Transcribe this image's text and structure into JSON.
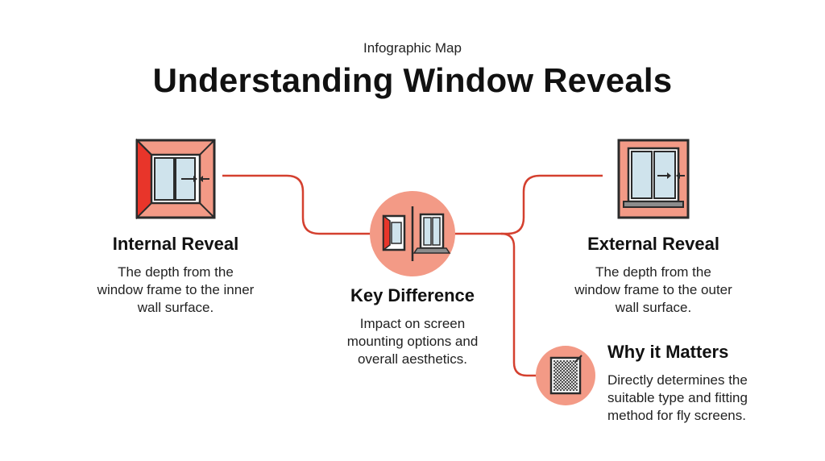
{
  "header": {
    "subtitle": "Infographic Map",
    "title": "Understanding Window Reveals"
  },
  "colors": {
    "accent": "#E8352A",
    "accent_light": "#F39A86",
    "connector": "#D4402F",
    "frame_dark": "#2B2B2B",
    "glass": "#CFE3EC"
  },
  "nodes": {
    "internal": {
      "title": "Internal Reveal",
      "desc_lines": [
        "The depth from the",
        "window frame to the inner",
        "wall surface."
      ],
      "icon": "internal-window-reveal-icon"
    },
    "key": {
      "title": "Key Difference",
      "desc_lines": [
        "Impact on screen",
        "mounting options and",
        "overall aesthetics."
      ],
      "icon": "window-comparison-icon"
    },
    "external": {
      "title": "External Reveal",
      "desc_lines": [
        "The depth from the",
        "window frame to the outer",
        "wall surface."
      ],
      "icon": "external-window-reveal-icon"
    },
    "why": {
      "title": "Why it Matters",
      "desc_lines": [
        "Directly determines the",
        "suitable type and fitting",
        "method for fly screens."
      ],
      "icon": "fly-screen-mesh-icon"
    }
  }
}
